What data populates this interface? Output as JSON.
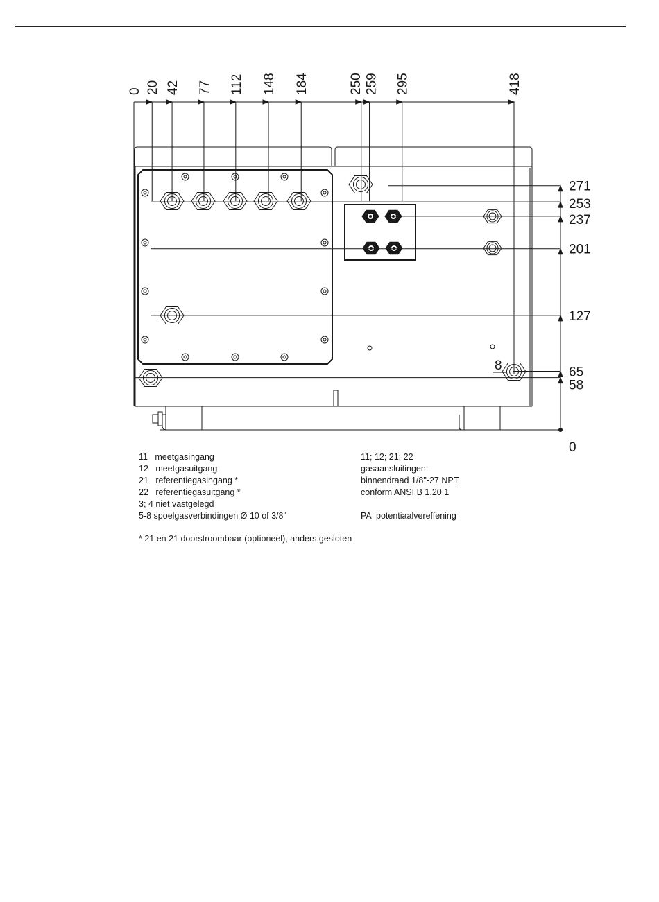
{
  "drawing": {
    "horizontal_dimensions": [
      "0",
      "20",
      "42",
      "77",
      "112",
      "148",
      "184",
      "250",
      "259",
      "295",
      "418"
    ],
    "vertical_dimensions": [
      "271",
      "253",
      "237",
      "201",
      "127",
      "65",
      "58",
      "0"
    ],
    "callout_label": "8"
  },
  "legend": {
    "left": [
      "11   meetgasingang",
      "12   meetgasuitgang",
      "21   referentiegasingang *",
      "22   referentiegasuitgang *",
      "3; 4 niet vastgelegd",
      "5-8 spoelgasverbindingen Ø 10 of 3/8\""
    ],
    "right": [
      "11; 12; 21; 22",
      "gasaansluitingen:",
      "binnendraad 1/8\"-27 NPT",
      "conform ANSI B 1.20.1",
      "",
      "PA  potentiaalvereffening"
    ],
    "footnote": "* 21 en 21 doorstroombaar (optioneel), anders gesloten"
  }
}
